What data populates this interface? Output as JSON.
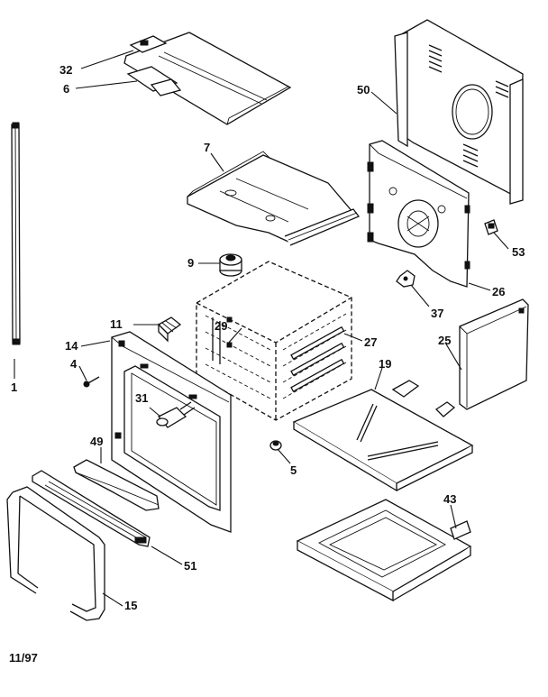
{
  "callouts": {
    "c1": "1",
    "c4": "4",
    "c5": "5",
    "c6": "6",
    "c7": "7",
    "c9": "9",
    "c11": "11",
    "c14": "14",
    "c15": "15",
    "c19": "19",
    "c25": "25",
    "c26": "26",
    "c27": "27",
    "c29": "29",
    "c31": "31",
    "c32": "32",
    "c37": "37",
    "c43": "43",
    "c49": "49",
    "c50": "50",
    "c51": "51",
    "c53": "53"
  },
  "footer": {
    "date_code": "11/97"
  }
}
